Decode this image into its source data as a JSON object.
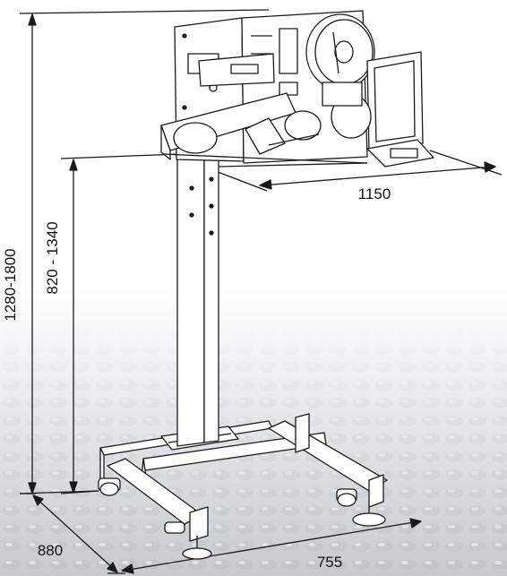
{
  "dimensions": {
    "overall_height": "1280-1800",
    "table_height": "820 - 1340",
    "table_width": "1150",
    "base_depth": "880",
    "base_width": "755"
  },
  "colors": {
    "line": "#1a1a1a",
    "background_light": "#ffffff",
    "background_texture": "#c9ccd0"
  }
}
